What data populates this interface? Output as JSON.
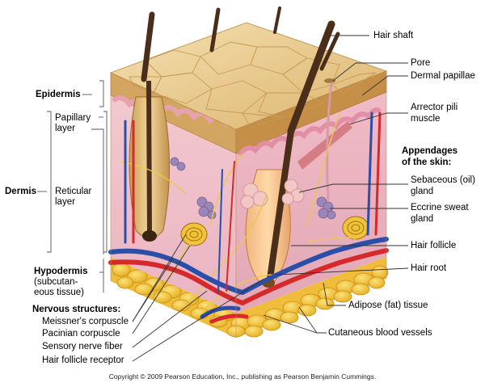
{
  "left_labels": {
    "epidermis": "Epidermis",
    "papillary_layer": [
      "Papillary",
      "layer"
    ],
    "dermis": "Dermis",
    "reticular_layer": [
      "Reticular",
      "layer"
    ],
    "hypodermis": "Hypodermis",
    "hypodermis_sub": [
      "(subcutan-",
      "eous tissue)"
    ],
    "nervous_structures": "Nervous structures:",
    "meissners_corpuscle": "Meissner's corpuscle",
    "pacinian_corpuscle": "Pacinian corpuscle",
    "sensory_nerve_fiber": "Sensory nerve fiber",
    "hair_follicle_receptor": "Hair follicle receptor"
  },
  "right_labels": {
    "hair_shaft": "Hair shaft",
    "pore": "Pore",
    "dermal_papillae": "Dermal papillae",
    "arrector_pili": [
      "Arrector pili",
      "muscle"
    ],
    "appendages": [
      "Appendages",
      "of the skin:"
    ],
    "sebaceous_gland": [
      "Sebaceous (oil)",
      "gland"
    ],
    "eccrine_gland": [
      "Eccrine sweat",
      "gland"
    ],
    "hair_follicle": "Hair follicle",
    "hair_root": "Hair root",
    "adipose_tissue": "Adipose (fat) tissue",
    "cutaneous_vessels": "Cutaneous blood vessels"
  },
  "copyright": "Copyright © 2009 Pearson Education, Inc., publishing as Pearson Benjamin Cummings.",
  "colors": {
    "epidermis_top": "#e9cc8e",
    "epidermis_side": "#c99a4f",
    "dermis": "#f1bfc9",
    "fat": "#f2c53a",
    "artery": "#d6292b",
    "vein": "#2b4fa8",
    "nerve": "#f2d14b",
    "hair": "#4a2e1a"
  }
}
